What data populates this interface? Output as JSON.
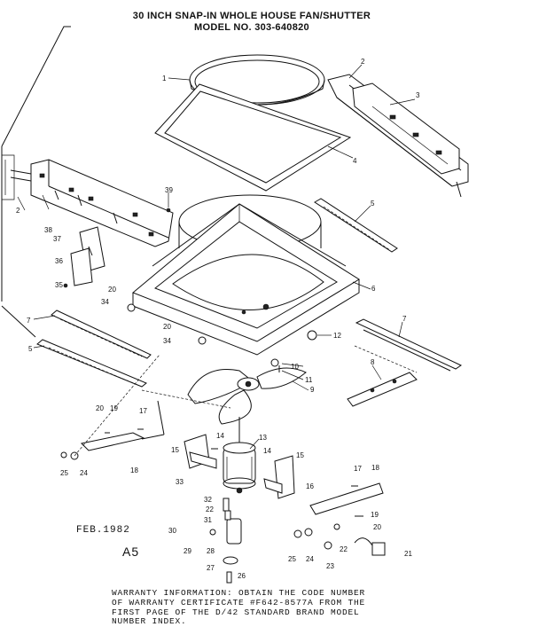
{
  "title": {
    "line1": "30 INCH SNAP-IN WHOLE HOUSE FAN/SHUTTER",
    "line2": "MODEL NO. 303-640820"
  },
  "date": "FEB.1982",
  "page_code": "A5",
  "warranty": {
    "line1": "WARRANTY INFORMATION: OBTAIN THE CODE NUMBER",
    "line2": "OF WARRANTY CERTIFICATE #F642-8577A FROM THE",
    "line3": "FIRST PAGE OF THE D/42 STANDARD BRAND MODEL",
    "line4": "NUMBER INDEX."
  },
  "labels": {
    "p1": "1",
    "p2a": "2",
    "p2b": "2",
    "p3": "3",
    "p4": "4",
    "p5a": "5",
    "p5b": "5",
    "p6": "6",
    "p7a": "7",
    "p7b": "7",
    "p8": "8",
    "p9": "9",
    "p10": "10",
    "p11": "11",
    "p12": "12",
    "p13": "13",
    "p14a": "14",
    "p14b": "14",
    "p15a": "15",
    "p15b": "15",
    "p16": "16",
    "p17a": "17",
    "p17b": "17",
    "p18a": "18",
    "p18b": "18",
    "p19a": "19",
    "p19b": "19",
    "p20a": "20",
    "p20b": "20",
    "p20c": "20",
    "p20d": "20",
    "p21": "21",
    "p22a": "22",
    "p22b": "22",
    "p23": "23",
    "p24a": "24",
    "p24b": "24",
    "p25a": "25",
    "p25b": "25",
    "p26": "26",
    "p27": "27",
    "p28": "28",
    "p29": "29",
    "p30": "30",
    "p31": "31",
    "p32": "32",
    "p33": "33",
    "p34a": "34",
    "p34b": "34",
    "p35": "35",
    "p36": "36",
    "p37": "37",
    "p38": "38",
    "p39": "39"
  }
}
